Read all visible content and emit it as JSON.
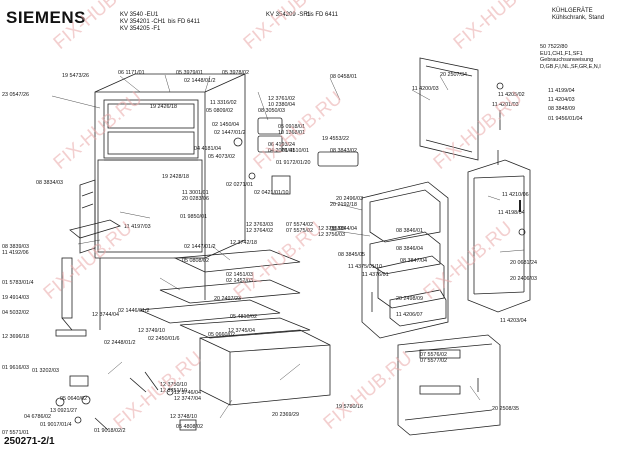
{
  "header": {
    "brand": "SIEMENS",
    "models": [
      "KV 3540 -EU1",
      "KV 354201 -CH1",
      "KV 354205 -F1"
    ],
    "model2": "KV 354209 -SF1",
    "bis1": "bis FD 6411",
    "bis2": "bis FD 6411",
    "category": [
      "KÜHLGERÄTE",
      "Kühlschrank, Stand"
    ],
    "docno": [
      "50 7522/80",
      "EU1,CH1,F1,SF1",
      "Gebrauchsanweisung",
      "D,GB,F,I,NL,SF,GR,E,N,I"
    ],
    "page_ref": "250271-2/1"
  },
  "watermark": "FIX-HUB.RU",
  "colors": {
    "line": "#222222",
    "watermark": "#e9a8a8"
  },
  "labels": [
    "19 5473/26",
    "06 1171/01",
    "05 3979/01",
    "05 3978/02",
    "08 0458/01",
    "11 4200/03",
    "20 2507/34",
    "11 4199/04",
    "11 4204/03",
    "08 3848/09",
    "01 9456/01/04",
    "23 0547/26",
    "02 1448/01/2",
    "11 3316/02",
    "05 0809/02",
    "19 2426/18",
    "12 3761/02",
    "10 2380/04",
    "08 3050/03",
    "05 0918/01",
    "10 1368/01",
    "11 4205/02",
    "01 4510/01",
    "19 4553/22",
    "08 3843/02",
    "11 4201/03",
    "02 1450/04",
    "02 1447/01/2",
    "04 4181/04",
    "05 4073/02",
    "06 4193/24",
    "04 2076/01",
    "01 9172/01/20",
    "20 2496/03",
    "20 2192/18",
    "11 4210/06",
    "11 4198/04",
    "08 3834/03",
    "19 2428/18",
    "02 0271/01",
    "08 3844/04",
    "08 3846/01",
    "11 3001/01",
    "20 0283/06",
    "02 0421/01/10",
    "08 3846/04",
    "08 3845/05",
    "08 3847/04",
    "08 3839/03",
    "11 4192/06",
    "11 4197/03",
    "01 9850/01",
    "12 3763/03",
    "12 3764/02",
    "07 5574/02",
    "07 5575/02",
    "12 3755/03",
    "12 3756/03",
    "12 3742/18",
    "02 1447/01/2",
    "05 0808/02",
    "02 1451/03",
    "02 1452/03",
    "11 4375/01/10",
    "11 4376/01",
    "20 0681/24",
    "20 2406/03",
    "01 5783/01/4",
    "19 4914/03",
    "12 3744/04",
    "02 1446/01/2",
    "20 2497/23",
    "20 2498/09",
    "11 4206/07",
    "11 4203/04",
    "04 5032/02",
    "12 3696/18",
    "02 2448/01/2",
    "02 2450/01/6",
    "05 0660/02",
    "05 4810/02",
    "12 3745/04",
    "01 9616/03",
    "01 3202/03",
    "12 3749/10",
    "05 0640/02",
    "13 0921/27",
    "04 6786/02",
    "01 9017/01/4",
    "01 9018/02/2",
    "12 3750/10",
    "12 3751/10",
    "12 3746/04",
    "12 3747/04",
    "12 3748/10",
    "05 4808/02",
    "20 2369/29",
    "19 5780/16",
    "07 5576/02",
    "07 5577/02",
    "20 2508/35",
    "07 5571/01"
  ]
}
